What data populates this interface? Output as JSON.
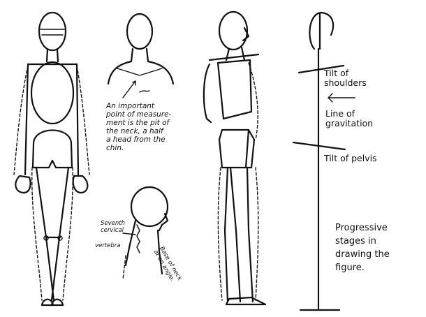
{
  "annotations": {
    "pit_of_neck_note": "An important\npoint of measure-\nment is the pit of\nthe neck, a half\na head from the\nchin.",
    "seventh_cervical": "Seventh\ncervical",
    "vertebra": "vertebra",
    "base_of_neck": "Base of neck\nat an angle.",
    "tilt_of_shoulders": "Tilt of\nshoulders",
    "line_of_gravitation": "Line of\ngravitation",
    "tilt_of_pelvis": "Tilt of pelvis",
    "progressive_stages": "Progressive\nstages in\ndrawing the\nfigure."
  },
  "colors": {
    "ink": "#111111",
    "paper": "#ffffff"
  }
}
